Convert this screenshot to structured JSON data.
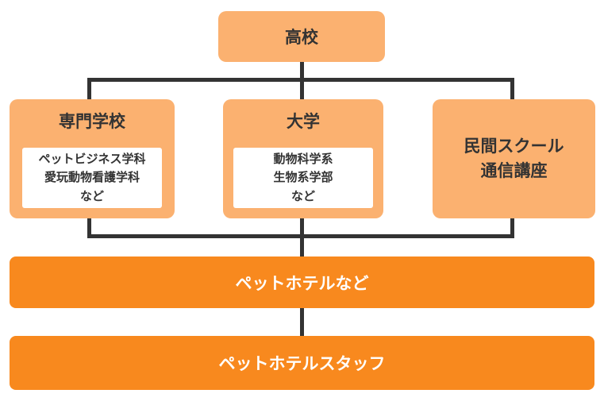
{
  "diagram": {
    "description": "career-path-flowchart-to-pet-hotel-staff",
    "colors": {
      "node_fill": "#FBB170",
      "bar_fill": "#F8891E",
      "connector": "#333333",
      "inner_fill": "#FFFFFF",
      "text_dark": "#333333",
      "text_light": "#FFFFFF"
    },
    "nodes": {
      "highschool": {
        "label": "高校"
      },
      "vocational": {
        "title": "専門学校",
        "details": [
          "ペットビジネス学科",
          "愛玩動物看護学科",
          "など"
        ]
      },
      "university": {
        "title": "大学",
        "details": [
          "動物科学系",
          "生物系学部",
          "など"
        ]
      },
      "private_school": {
        "lines": [
          "民間スクール",
          "通信講座"
        ]
      },
      "pet_hotel": {
        "label": "ペットホテルなど"
      },
      "pet_hotel_staff": {
        "label": "ペットホテルスタッフ"
      }
    }
  }
}
